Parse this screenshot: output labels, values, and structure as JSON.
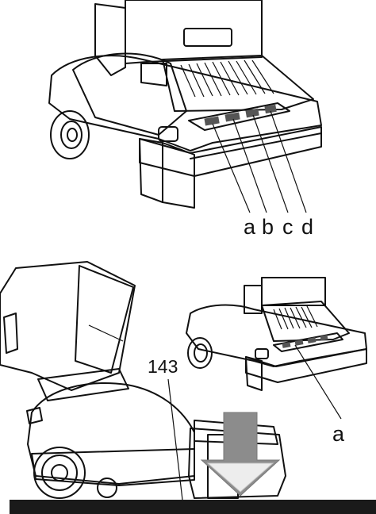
{
  "figure_top": {
    "callouts": [
      {
        "letter": "a"
      },
      {
        "letter": "b"
      },
      {
        "letter": "c"
      },
      {
        "letter": "d"
      }
    ]
  },
  "figure_bottom": {
    "part_number": "143",
    "inset_callout": "a"
  },
  "colors": {
    "body_light": "#f2f2f2",
    "body_mid": "#d9d9d9",
    "body_dark": "#bdbdbd",
    "shadow": "#9a9a9a",
    "arrow": "#8c8c8c",
    "floor": "#1a1a1a"
  }
}
